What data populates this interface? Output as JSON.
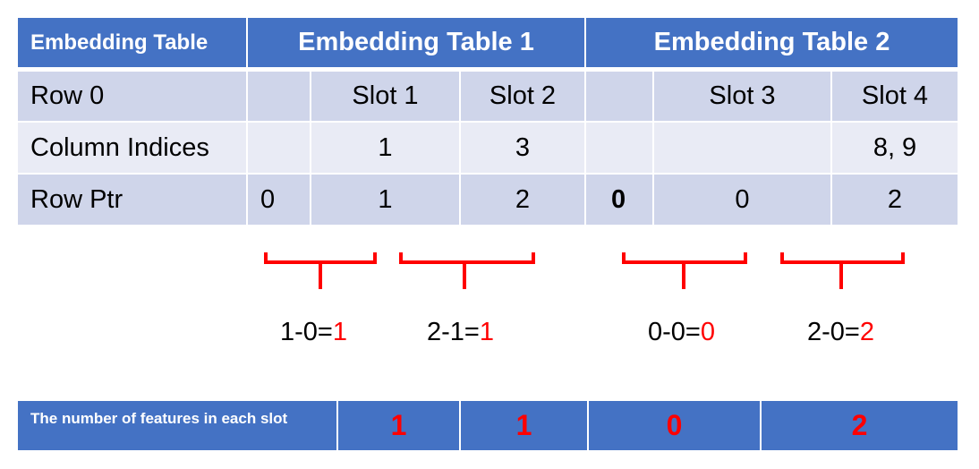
{
  "header": {
    "label": "Embedding Table",
    "table1": "Embedding Table 1",
    "table2": "Embedding Table 2"
  },
  "rows": [
    {
      "label": "Row 0",
      "cells": [
        "",
        "Slot 1",
        "Slot 2",
        "",
        "Slot 3",
        "Slot 4"
      ]
    },
    {
      "label": "Column Indices",
      "cells": [
        "",
        "1",
        "3",
        "",
        "",
        "8, 9"
      ]
    },
    {
      "label": "Row Ptr",
      "cells": [
        "0",
        "1",
        "2",
        "0",
        "0",
        "2"
      ]
    }
  ],
  "calculations": [
    {
      "expr": "1-0=",
      "result": "1"
    },
    {
      "expr": "2-1=",
      "result": "1"
    },
    {
      "expr": "0-0=",
      "result": "0"
    },
    {
      "expr": "2-0=",
      "result": "2"
    }
  ],
  "summary": {
    "label": "The number of features in each slot",
    "values": [
      "1",
      "1",
      "0",
      "2"
    ]
  },
  "colors": {
    "header_blue": "#4472c4",
    "row_dark": "#cfd5ea",
    "row_light": "#e9ebf5",
    "accent_red": "#ff0000"
  }
}
